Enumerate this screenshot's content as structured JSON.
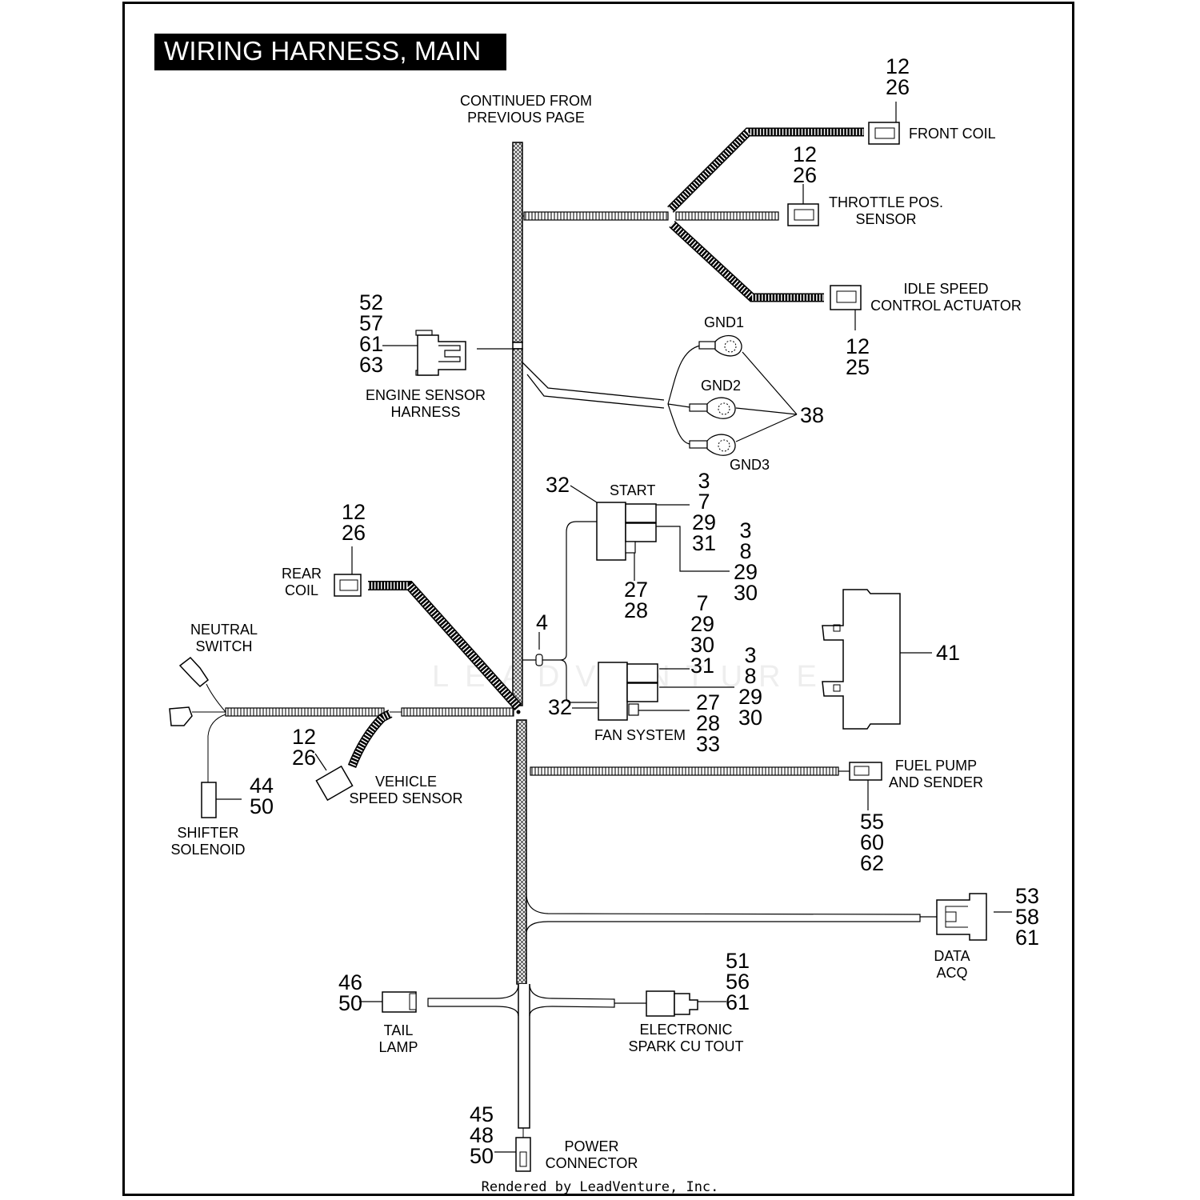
{
  "title": "WIRING HARNESS, MAIN",
  "continued_label": [
    "CONTINUED FROM",
    "PREVIOUS PAGE"
  ],
  "watermark": "LEADVENTURE",
  "footer": "Rendered by LeadVenture, Inc.",
  "components": {
    "front_coil": {
      "label": [
        "FRONT  COIL"
      ],
      "refs": [
        "12",
        "26"
      ]
    },
    "throttle_pos_sensor": {
      "label": [
        "THROTTLE POS.",
        "SENSOR"
      ],
      "refs": [
        "12",
        "26"
      ]
    },
    "idle_speed_control_actuator": {
      "label": [
        "IDLE SPEED",
        "CONTROL ACTUATOR"
      ],
      "refs": [
        "12",
        "25"
      ]
    },
    "engine_sensor_harness": {
      "label": [
        "ENGINE SENSOR",
        "HARNESS"
      ],
      "refs": [
        "52",
        "57",
        "61",
        "63"
      ]
    },
    "ground_terminals": {
      "labels": [
        "GND1",
        "GND2",
        "GND3"
      ],
      "refs": [
        "38"
      ]
    },
    "start_relay": {
      "label": [
        "START"
      ],
      "housing_ref": "32",
      "refs_a": [
        "3",
        "7",
        "29",
        "31"
      ],
      "refs_b": [
        "3",
        "8",
        "29",
        "30"
      ],
      "refs_c": [
        "27",
        "28"
      ]
    },
    "fan_system_relay": {
      "label": [
        "FAN SYSTEM"
      ],
      "housing_ref": "32",
      "refs_a": [
        "7",
        "29",
        "30",
        "31"
      ],
      "refs_b": [
        "3",
        "8",
        "29",
        "30"
      ],
      "refs_c": [
        "27",
        "28",
        "33"
      ]
    },
    "diode": {
      "refs": [
        "4"
      ]
    },
    "relay_cover": {
      "refs": [
        "41"
      ]
    },
    "rear_coil": {
      "label": [
        "REAR",
        "COIL"
      ],
      "refs": [
        "12",
        "26"
      ]
    },
    "neutral_switch": {
      "label": [
        "NEUTRAL",
        "SWITCH"
      ]
    },
    "shifter_solenoid": {
      "label": [
        "SHIFTER",
        "SOLENOID"
      ],
      "refs": [
        "44",
        "50"
      ]
    },
    "vehicle_speed_sensor": {
      "label": [
        "VEHICLE",
        "SPEED SENSOR"
      ],
      "refs": [
        "12",
        "26"
      ]
    },
    "fuel_pump_and_sender": {
      "label": [
        "FUEL PUMP",
        "AND SENDER"
      ],
      "refs": [
        "55",
        "60",
        "62"
      ]
    },
    "data_acq": {
      "label": [
        "DATA",
        "ACQ"
      ],
      "refs": [
        "53",
        "58",
        "61"
      ]
    },
    "tail_lamp": {
      "label": [
        "TAIL",
        "LAMP"
      ],
      "refs": [
        "46",
        "50"
      ]
    },
    "electronic_spark_cutout": {
      "label": [
        "ELECTRONIC",
        "SPARK CU TOUT"
      ],
      "refs": [
        "51",
        "56",
        "61"
      ]
    },
    "power_connector": {
      "label": [
        "POWER",
        "CONNECTOR"
      ],
      "refs": [
        "45",
        "48",
        "50"
      ]
    }
  }
}
